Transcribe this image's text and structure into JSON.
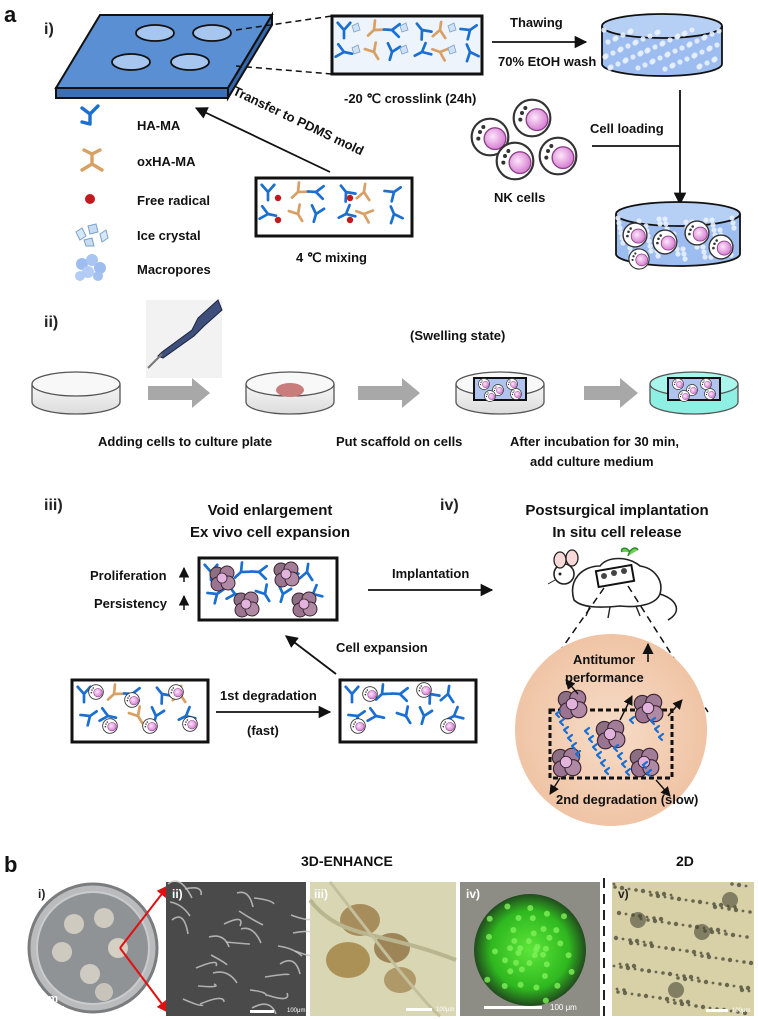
{
  "panel_a": {
    "letter": "a",
    "section_i": {
      "label": "i)",
      "steps": {
        "crosslink": "-20 ℃ crosslink (24h)",
        "thawing": "Thawing",
        "wash": "70% EtOH wash",
        "transfer": "Transfer to PDMS mold",
        "cell_loading": "Cell loading",
        "nk_cells": "NK cells",
        "mixing": "4 ℃ mixing"
      },
      "legend": [
        {
          "label": "HA-MA",
          "icon": "ha-ma-icon",
          "color": "#1a6fd1"
        },
        {
          "label": "oxHA-MA",
          "icon": "oxha-ma-icon",
          "color": "#d8a065"
        },
        {
          "label": "Free radical",
          "icon": "free-radical-icon",
          "color": "#c0191e"
        },
        {
          "label": "Ice crystal",
          "icon": "ice-crystal-icon",
          "color": "#8fb8e0"
        },
        {
          "label": "Macropores",
          "icon": "macropores-icon",
          "color": "#9dbdf0"
        }
      ]
    },
    "section_ii": {
      "label": "ii)",
      "swelling": "(Swelling state)",
      "caption_1": "Adding cells to culture plate",
      "caption_2": "Put scaffold on cells",
      "caption_3_line1": "After incubation for 30 min,",
      "caption_3_line2": "add culture medium"
    },
    "section_iii": {
      "label": "iii)",
      "title_line1": "Void enlargement",
      "title_line2": "Ex vivo cell expansion",
      "proliferation": "Proliferation",
      "persistency": "Persistency",
      "implantation": "Implantation",
      "cell_expansion": "Cell expansion",
      "degradation": "1st degradation",
      "fast": "(fast)"
    },
    "section_iv": {
      "label": "iv)",
      "title_line1": "Postsurgical implantation",
      "title_line2": "In situ cell release",
      "antitumor_line1": "Antitumor",
      "antitumor_line2": "performance",
      "degradation2": "2nd degradation (slow)"
    }
  },
  "panel_b": {
    "letter": "b",
    "group_3d": "3D-ENHANCE",
    "group_2d": "2D",
    "images": [
      {
        "label": "i)",
        "scale": "1cm"
      },
      {
        "label": "ii)",
        "scale": "100μm"
      },
      {
        "label": "iii)",
        "scale": "100μm"
      },
      {
        "label": "iv)",
        "scale": "100 μm"
      },
      {
        "label": "v)",
        "scale": "100μm"
      }
    ]
  },
  "colors": {
    "ha_ma": "#1a6fd1",
    "oxha_ma": "#d8a065",
    "radical": "#c0191e",
    "pdms_blue": "#5b8fd3",
    "nk_pink": "#e9a6e6",
    "tumor_region": "#f3cfb6",
    "medium": "#8ef0e2",
    "gray_arrow": "#a8a8a8"
  }
}
